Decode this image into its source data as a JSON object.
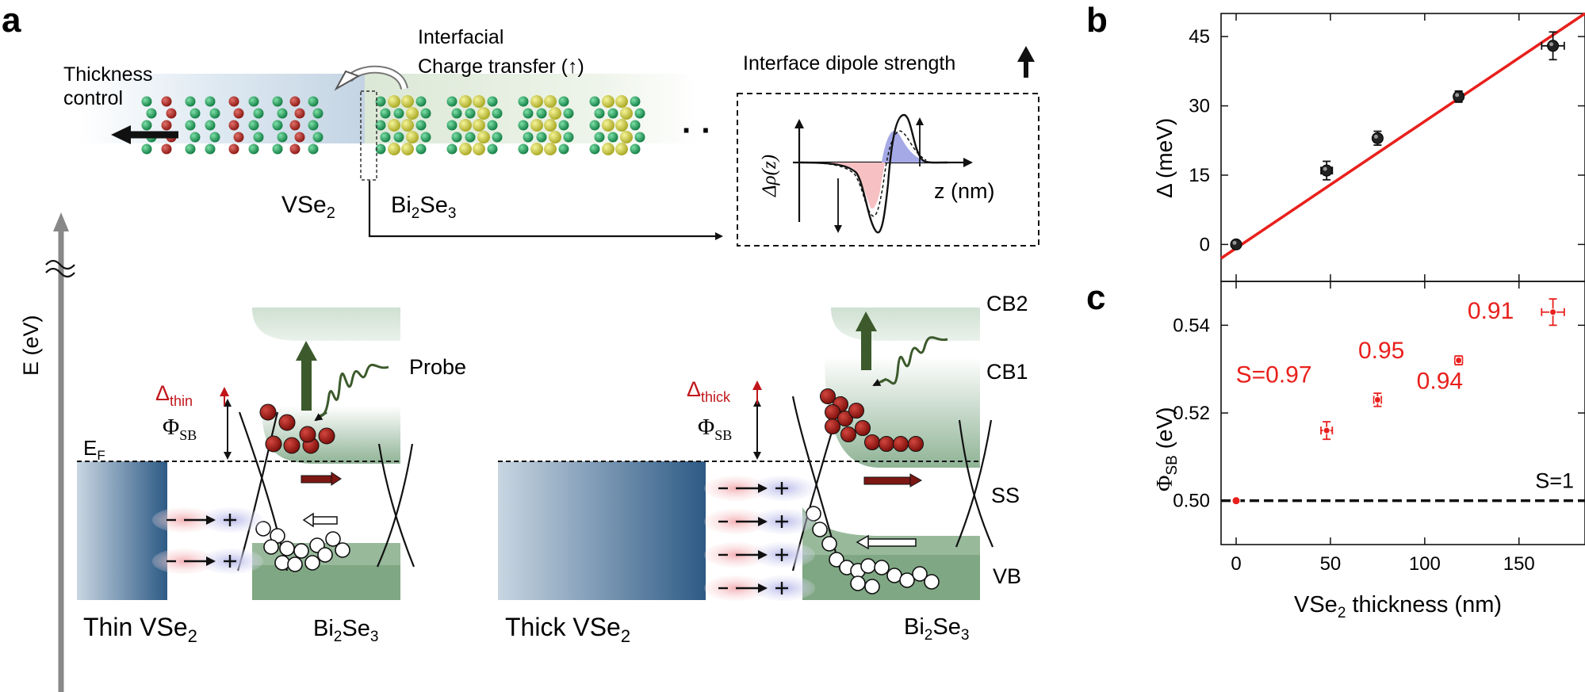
{
  "panels": {
    "a": "a",
    "b": "b",
    "c": "c"
  },
  "schematic": {
    "thickness_control": [
      "Thickness",
      "control"
    ],
    "interfacial_transfer": [
      "Interfacial",
      "Charge transfer (↑)"
    ],
    "dipole_title": "Interface dipole strength",
    "vse2": "VSe",
    "vse2_sub": "2",
    "bi2se3": "Bi",
    "bi2se3_sub1": "2",
    "bi2se3_mid": "Se",
    "bi2se3_sub2": "3",
    "ellipsis": "· ·",
    "inset_ylabel": "Δρ(z)",
    "inset_xlabel": "z (nm)"
  },
  "energy_axis": "E (eV)",
  "band_left": {
    "delta": "Δ",
    "delta_sub": "thin",
    "phi": "Φ",
    "phi_sub": "SB",
    "ef": "E",
    "ef_sub": "F",
    "probe": "Probe",
    "metal_label": "Thin VSe",
    "metal_label_sub": "2",
    "semi_label": "Bi",
    "semi_sub1": "2",
    "semi_mid": "Se",
    "semi_sub2": "3",
    "dipoles": 2
  },
  "band_right": {
    "delta": "Δ",
    "delta_sub": "thick",
    "phi": "Φ",
    "phi_sub": "SB",
    "cb2": "CB2",
    "cb1": "CB1",
    "ss": "SS",
    "vb": "VB",
    "metal_label": "Thick VSe",
    "metal_label_sub": "2",
    "semi_label": "Bi",
    "semi_sub1": "2",
    "semi_mid": "Se",
    "semi_sub2": "3",
    "dipoles": 4
  },
  "chart_data": [
    {
      "panel": "b",
      "type": "scatter",
      "ylabel": "Δ (meV)",
      "xlim": [
        -8,
        185
      ],
      "ylim": [
        -8,
        50
      ],
      "yticks": [
        0,
        15,
        30,
        45
      ],
      "points": [
        {
          "x": 0,
          "y": 0,
          "xerr": 0,
          "yerr": 0
        },
        {
          "x": 48,
          "y": 16,
          "xerr": 3,
          "yerr": 2
        },
        {
          "x": 75,
          "y": 23,
          "xerr": 2,
          "yerr": 1.5
        },
        {
          "x": 118,
          "y": 32,
          "xerr": 2,
          "yerr": 1.2
        },
        {
          "x": 168,
          "y": 43,
          "xerr": 6,
          "yerr": 3
        }
      ],
      "fit_line": {
        "x": [
          -8,
          185
        ],
        "y": [
          -3,
          50
        ],
        "color": "#e8201c"
      }
    },
    {
      "panel": "c",
      "type": "scatter",
      "xlabel": "VSe2 thickness (nm)",
      "xlabel_main": "VSe",
      "xlabel_sub": "2",
      "xlabel_rest": " thickness (nm)",
      "ylabel": "Φ",
      "ylabel_sub": "SB",
      "ylabel_unit": " (eV)",
      "xlim": [
        -8,
        185
      ],
      "ylim": [
        0.49,
        0.55
      ],
      "xticks": [
        0,
        50,
        100,
        150
      ],
      "yticks": [
        0.5,
        0.52,
        0.54
      ],
      "ytick_labels": [
        "0.50",
        "0.52",
        "0.54"
      ],
      "color": "#e8201c",
      "points": [
        {
          "x": 0,
          "y": 0.5,
          "xerr": 0,
          "yerr": 0
        },
        {
          "x": 48,
          "y": 0.516,
          "xerr": 3,
          "yerr": 0.002
        },
        {
          "x": 75,
          "y": 0.523,
          "xerr": 2,
          "yerr": 0.0015
        },
        {
          "x": 118,
          "y": 0.532,
          "xerr": 2,
          "yerr": 0.001
        },
        {
          "x": 168,
          "y": 0.543,
          "xerr": 6,
          "yerr": 0.003
        }
      ],
      "reference_line": {
        "y": 0.5,
        "label": "S=1"
      },
      "annotations": [
        {
          "text": "S=0.97",
          "x": 20,
          "y": 0.527
        },
        {
          "text": "0.95",
          "x": 77,
          "y": 0.5325
        },
        {
          "text": "0.94",
          "x": 108,
          "y": 0.5255
        },
        {
          "text": "0.91",
          "x": 135,
          "y": 0.5415
        }
      ]
    }
  ]
}
